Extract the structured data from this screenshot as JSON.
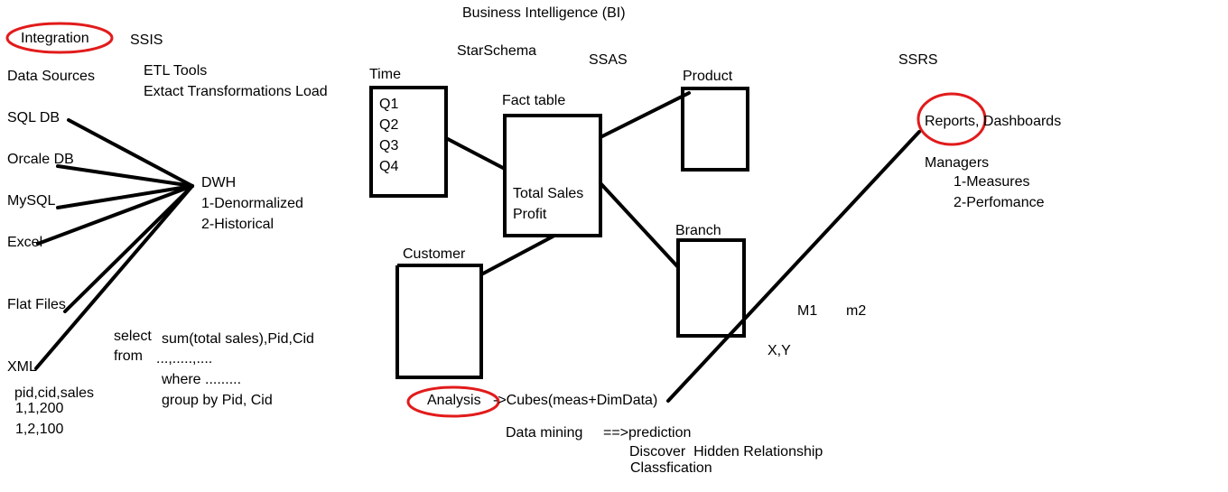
{
  "title": "Business Intelligence (BI)",
  "integration": {
    "label": "Integration",
    "ssis": "SSIS",
    "data_sources": "Data Sources",
    "etl": [
      "ETL Tools",
      "Extact Transformations Load"
    ],
    "sources": [
      "SQL DB",
      "Orcale DB",
      "MySQL",
      "Excel",
      "Flat Files",
      "XML"
    ],
    "dwh": [
      "DWH",
      "1-Denormalized",
      "2-Historical"
    ],
    "sample_header": "pid,cid,sales",
    "sample_rows": [
      "1,1,200",
      "1,2,100"
    ],
    "query": {
      "select": "select",
      "from": "from",
      "select_expr": "sum(total sales),Pid,Cid",
      "from_expr": "...,.....,....",
      "where": "where .........",
      "group_by": "group by Pid, Cid"
    }
  },
  "star": {
    "star_schema": "StarSchema",
    "ssas": "SSAS",
    "time": {
      "label": "Time",
      "items": [
        "Q1",
        "Q2",
        "Q3",
        "Q4"
      ]
    },
    "fact": {
      "label": "Fact table",
      "measures": [
        "Total Sales",
        "Profit"
      ]
    },
    "product": "Product",
    "branch": "Branch",
    "customer": "Customer"
  },
  "analysis": {
    "label": "Analysis",
    "cubes": "->Cubes(meas+DimData)",
    "data_mining": "Data mining",
    "prediction": "==>prediction",
    "discover": "Discover  Hidden Relationship",
    "classification": "Classfication"
  },
  "reporting": {
    "ssrs": "SSRS",
    "reports": "Reports, Dashboards",
    "managers": "Managers",
    "managers_items": [
      "1-Measures",
      "2-Perfomance"
    ],
    "m1": "M1",
    "m2": "m2",
    "xy": "X,Y"
  },
  "colors": {
    "highlight": "#e21b1b",
    "ink": "#000000"
  }
}
